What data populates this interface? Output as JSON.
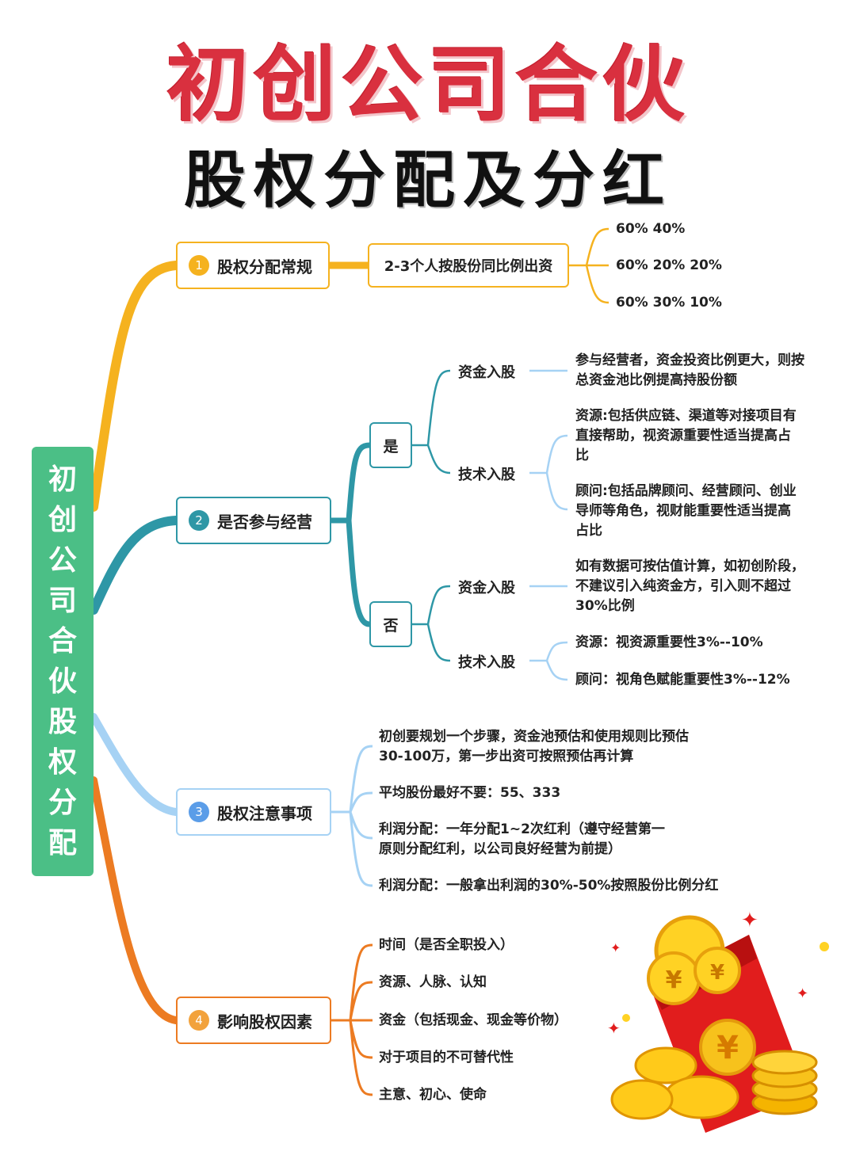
{
  "title_line1": "初创公司合伙",
  "title_line2": "股权分配及分红",
  "root_label": [
    "初",
    "创",
    "公",
    "司",
    "合",
    "伙",
    "股",
    "权",
    "分",
    "配"
  ],
  "colors": {
    "branch1": "#f5b21f",
    "branch2": "#2e97a6",
    "branch3": "#a6d2f4",
    "branch4": "#ec7b22",
    "root": "#4bbf86"
  },
  "branch1": {
    "number": "1",
    "label": "股权分配常规",
    "child": "2-3个人按股份同比例出资",
    "leaves": [
      "60%  40%",
      "60%  20%  20%",
      "60%  30%  10%"
    ]
  },
  "branch2": {
    "number": "2",
    "label": "是否参与经营",
    "yes": {
      "label": "是",
      "capital": {
        "label": "资金入股",
        "text": "参与经营者，资金投资比例更大，则按总资金池比例提高持股份额"
      },
      "tech": {
        "label": "技术入股",
        "items": [
          "资源:包括供应链、渠道等对接项目有直接帮助，视资源重要性适当提高占比",
          "顾问:包括品牌顾问、经营顾问、创业导师等角色，视财能重要性适当提高占比"
        ]
      }
    },
    "no": {
      "label": "否",
      "capital": {
        "label": "资金入股",
        "text": "如有数据可按估值计算，如初创阶段，不建议引入纯资金方，引入则不超过30%比例"
      },
      "tech": {
        "label": "技术入股",
        "items": [
          "资源：视资源重要性3%--10%",
          "顾问：视角色赋能重要性3%--12%"
        ]
      }
    }
  },
  "branch3": {
    "number": "3",
    "label": "股权注意事项",
    "items": [
      "初创要规划一个步骤，资金池预估和使用规则比预估30-100万，第一步出资可按照预估再计算",
      "平均股份最好不要：55、333",
      "利润分配：一年分配1~2次红利（遵守经营第一原则分配红利，以公司良好经营为前提）",
      "利润分配：一般拿出利润的30%-50%按照股份比例分红"
    ]
  },
  "branch4": {
    "number": "4",
    "label": "影响股权因素",
    "items": [
      "时间（是否全职投入）",
      "资源、人脉、认知",
      "资金（包括现金、现金等价物）",
      "对于项目的不可替代性",
      "主意、初心、使命"
    ]
  }
}
